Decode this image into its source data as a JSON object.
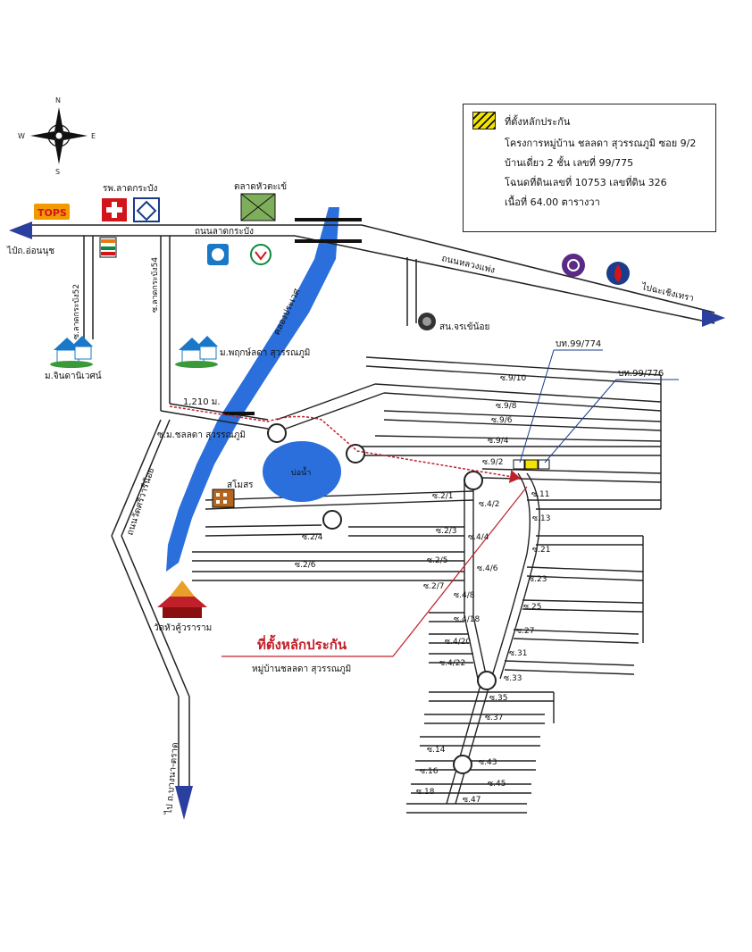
{
  "legend": {
    "title": "ที่ตั้งหลักประกัน",
    "project": "โครงการหมู่บ้าน ชลลดา สุวรรณภูมิ ซอย 9/2",
    "house": "บ้านเดี่ยว 2 ชั้น เลขที่ 99/775",
    "deed": "โฉนดที่ดินเลขที่ 10753 เลขที่ดิน 326",
    "area": "เนื้อที่ 64.00 ตารางวา"
  },
  "compass": {
    "n": "N",
    "s": "S",
    "e": "E",
    "w": "W"
  },
  "landmarks": {
    "hospital": "รพ.ลาดกระบัง",
    "market": "ตลาดหัวตะเข้",
    "tops": "TOPS",
    "police": "สน.จรเข้น้อย",
    "village1": "ม.จินดานิเวศน์",
    "village2": "ม.พฤกษ์ลดา สุวรรณภูมิ",
    "clubhouse": "สโมสร",
    "pond": "บ่อน้ำ",
    "temple": "วัดหัวคู้วราราม"
  },
  "roads": {
    "lat_krabang": "ถนนลาดกระบัง",
    "luang_phaeng": "ถนนหลวงแพ่ง",
    "to_onnut": "ไป๋ถ.อ่อนนุช",
    "to_chachoengsao": "ไปฉะเชิงเทรา",
    "soi52": "ซ.ลาดกระบัง52",
    "soi54": "ซ.ลาดกระบัง54",
    "canal": "คลองประเวศ",
    "wat_sri_waree": "ถนนวัดศรีวารีน้อย",
    "to_bangna": "ไป ถ.บางนา-ตราด",
    "village_soi": "ซ.ม.ชลลดา สุวรรณภูมิ"
  },
  "distance": "1,210 ม.",
  "callouts": {
    "c1": "บท.99/774",
    "c2": "บท.99/776"
  },
  "location_label": "ที่ตั้งหลักประกัน",
  "location_sub": "หมู่บ้านชลลดา สุวรรณภูมิ",
  "sois": {
    "s9_10": "ซ.9/10",
    "s9_8": "ซ.9/8",
    "s9_6": "ซ.9/6",
    "s9_4": "ซ.9/4",
    "s9_2": "ซ.9/2",
    "s11": "ซ.11",
    "s13": "ซ.13",
    "s21": "ซ.21",
    "s23": "ซ.23",
    "s25": "ซ.25",
    "s27": "ซ.27",
    "s31": "ซ.31",
    "s33": "ซ.33",
    "s35": "ซ.35",
    "s37": "ซ.37",
    "s43": "ซ.43",
    "s45": "ซ.45",
    "s47": "ซ.47",
    "s14": "ซ.14",
    "s16": "ซ.16",
    "s18": "ซ.18",
    "s2_1": "ซ.2/1",
    "s4_2": "ซ.4/2",
    "s2_3": "ซ.2/3",
    "s4_4": "ซ.4/4",
    "s2_4": "ซ.2/4",
    "s2_5": "ซ.2/5",
    "s4_6": "ซ.4/6",
    "s2_6": "ซ.2/6",
    "s2_7": "ซ.2/7",
    "s4_8": "ซ.4/8",
    "s4_18": "ซ.4/18",
    "s4_20": "ซ.4/20",
    "s4_22": "ซ.4/22"
  },
  "colors": {
    "road": "#222222",
    "canal": "#2a6fdb",
    "arrow": "#2b3f9e",
    "route": "#c0202a",
    "highlight": "#f4e200"
  }
}
